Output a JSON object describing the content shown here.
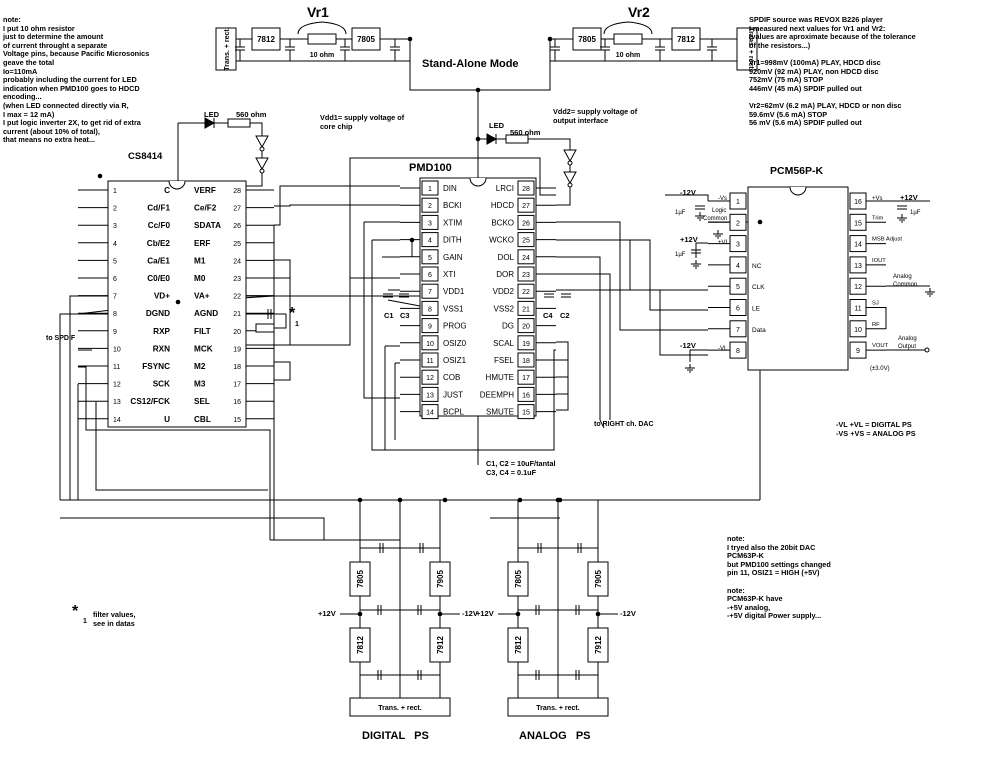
{
  "title": "Stand-Alone Mode",
  "vr1_label": "Vr1",
  "vr2_label": "Vr2",
  "regulators": {
    "r7812": "7812",
    "r7805": "7805",
    "r7905": "7905",
    "r7912": "7912"
  },
  "ohm10": "10 ohm",
  "trans_rect": "Trans. + rect.",
  "led_label": "LED",
  "ohm560": "560 ohm",
  "vdd1_note": [
    "Vdd1= supply voltage of",
    "core chip"
  ],
  "vdd2_note": [
    "Vdd2= supply voltage of",
    "output interface"
  ],
  "left_note": [
    "note:",
    "I put 10 ohm resistor",
    "just to determine the amount",
    "of current throught a separate",
    "Voltage pins, because Pacific Microsonics",
    "geave the total",
    "Io=110mA",
    "probably including the current for LED",
    "indication when PMD100 goes to HDCD",
    "encoding...",
    "(when LED connected directly via R,",
    "I max = 12 mA)",
    "I put logic inverter 2X, to get rid of extra",
    "current (about 10% of total),",
    "that means no extra heat..."
  ],
  "right_note": [
    "SPDIF source was REVOX B226 player",
    "I measured next values for Vr1 and Vr2:",
    "(values are aproximate because of the tolerance",
    "of the resistors...)",
    "",
    "Vr1=998mV (100mA) PLAY, HDCD disc",
    "      920mV (92 mA)  PLAY, non HDCD disc",
    "      752mV (75 mA)  STOP",
    "      446mV (45 mA)  SPDIF pulled out",
    "",
    "Vr2=62mV  (6.2 mA)  PLAY, HDCD or non disc",
    "      59.6mV (5.6 mA) STOP",
    "      56 mV  (5.6 mA)  SPDIF pulled out"
  ],
  "cs8414": {
    "name": "CS8414",
    "left": [
      {
        "n": "1",
        "s": "C"
      },
      {
        "n": "2",
        "s": "Cd/F1"
      },
      {
        "n": "3",
        "s": "Cc/F0"
      },
      {
        "n": "4",
        "s": "Cb/E2"
      },
      {
        "n": "5",
        "s": "Ca/E1"
      },
      {
        "n": "6",
        "s": "C0/E0"
      },
      {
        "n": "7",
        "s": "VD+"
      },
      {
        "n": "8",
        "s": "DGND"
      },
      {
        "n": "9",
        "s": "RXP"
      },
      {
        "n": "10",
        "s": "RXN"
      },
      {
        "n": "11",
        "s": "FSYNC"
      },
      {
        "n": "12",
        "s": "SCK"
      },
      {
        "n": "13",
        "s": "CS12/FCK"
      },
      {
        "n": "14",
        "s": "U"
      }
    ],
    "right": [
      {
        "n": "28",
        "s": "VERF"
      },
      {
        "n": "27",
        "s": "Ce/F2"
      },
      {
        "n": "26",
        "s": "SDATA"
      },
      {
        "n": "25",
        "s": "ERF"
      },
      {
        "n": "24",
        "s": "M1"
      },
      {
        "n": "23",
        "s": "M0"
      },
      {
        "n": "22",
        "s": "VA+"
      },
      {
        "n": "21",
        "s": "AGND"
      },
      {
        "n": "20",
        "s": "FILT"
      },
      {
        "n": "19",
        "s": "MCK"
      },
      {
        "n": "18",
        "s": "M2"
      },
      {
        "n": "17",
        "s": "M3"
      },
      {
        "n": "16",
        "s": "SEL"
      },
      {
        "n": "15",
        "s": "CBL"
      }
    ]
  },
  "pmd100": {
    "name": "PMD100",
    "left": [
      {
        "n": "1",
        "s": "DIN"
      },
      {
        "n": "2",
        "s": "BCKI"
      },
      {
        "n": "3",
        "s": "XTIM"
      },
      {
        "n": "4",
        "s": "DITH"
      },
      {
        "n": "5",
        "s": "GAIN"
      },
      {
        "n": "6",
        "s": "XTI"
      },
      {
        "n": "7",
        "s": "VDD1"
      },
      {
        "n": "8",
        "s": "VSS1"
      },
      {
        "n": "9",
        "s": "PROG"
      },
      {
        "n": "10",
        "s": "OSIZ0"
      },
      {
        "n": "11",
        "s": "OSIZ1"
      },
      {
        "n": "12",
        "s": "COB"
      },
      {
        "n": "13",
        "s": "JUST"
      },
      {
        "n": "14",
        "s": "BCPL"
      }
    ],
    "right": [
      {
        "n": "28",
        "s": "LRCI"
      },
      {
        "n": "27",
        "s": "HDCD"
      },
      {
        "n": "26",
        "s": "BCKO"
      },
      {
        "n": "25",
        "s": "WCKO"
      },
      {
        "n": "24",
        "s": "DOL"
      },
      {
        "n": "23",
        "s": "DOR"
      },
      {
        "n": "22",
        "s": "VDD2"
      },
      {
        "n": "21",
        "s": "VSS2"
      },
      {
        "n": "20",
        "s": "DG"
      },
      {
        "n": "19",
        "s": "SCAL"
      },
      {
        "n": "18",
        "s": "FSEL"
      },
      {
        "n": "17",
        "s": "HMUTE"
      },
      {
        "n": "16",
        "s": "DEEMPH"
      },
      {
        "n": "15",
        "s": "SMUTE"
      }
    ]
  },
  "pcm56": {
    "name": "PCM56P-K",
    "left": [
      {
        "n": "1",
        "s": ""
      },
      {
        "n": "2",
        "s": ""
      },
      {
        "n": "3",
        "s": ""
      },
      {
        "n": "4",
        "s": "NC"
      },
      {
        "n": "5",
        "s": "CLK"
      },
      {
        "n": "6",
        "s": "LE"
      },
      {
        "n": "7",
        "s": "Data"
      },
      {
        "n": "8",
        "s": ""
      }
    ],
    "right": [
      {
        "n": "16",
        "s": ""
      },
      {
        "n": "15",
        "s": "Trim"
      },
      {
        "n": "14",
        "s": "MSB Adjust"
      },
      {
        "n": "13",
        "s": "IOUT"
      },
      {
        "n": "12",
        "s": ""
      },
      {
        "n": "11",
        "s": "SJ"
      },
      {
        "n": "10",
        "s": "RF"
      },
      {
        "n": "9",
        "s": "VOUT"
      }
    ]
  },
  "pcm_labels": {
    "neg12": "-12V",
    "pos12": "+12V",
    "uf1": "1µF",
    "logic_common": [
      "Logic",
      "Common"
    ],
    "analog_common": [
      "Analog",
      "Common"
    ],
    "analog_output": [
      "Analog",
      "Output"
    ],
    "vout_range": "(±3.0V)",
    "vs_neg": "-Vs",
    "vs_pos": "+Vs",
    "vl_pos": "+VL",
    "vl_neg": "-VL"
  },
  "legend": [
    "-VL +VL = DIGITAL PS",
    "-VS +VS = ANALOG PS"
  ],
  "caps_note": [
    "C1, C2 = 10uF/tantal",
    "C3, C4 = 0.1uF"
  ],
  "cap_labels": {
    "c1": "C1",
    "c2": "C2",
    "c3": "C3",
    "c4": "C4"
  },
  "to_spdif": "to SPDIF",
  "to_right": "to RIGHT ch. DAC",
  "filter_note": [
    "filter values,",
    "see in datas"
  ],
  "star1": "*",
  "star1_sub": "1",
  "dac_note": [
    "note:",
    "I tryed also the 20bit DAC",
    "PCM63P-K",
    "but PMD100 settings changed",
    "pin 11, OSIZ1 = HIGH (+5V)",
    "",
    "note:",
    "PCM63P-K have",
    "-+5V analog,",
    "-+5V digital Power supply..."
  ],
  "ps": {
    "pos12": "+12V",
    "neg12": "-12V",
    "digital": "DIGITAL   PS",
    "analog": "ANALOG   PS"
  }
}
